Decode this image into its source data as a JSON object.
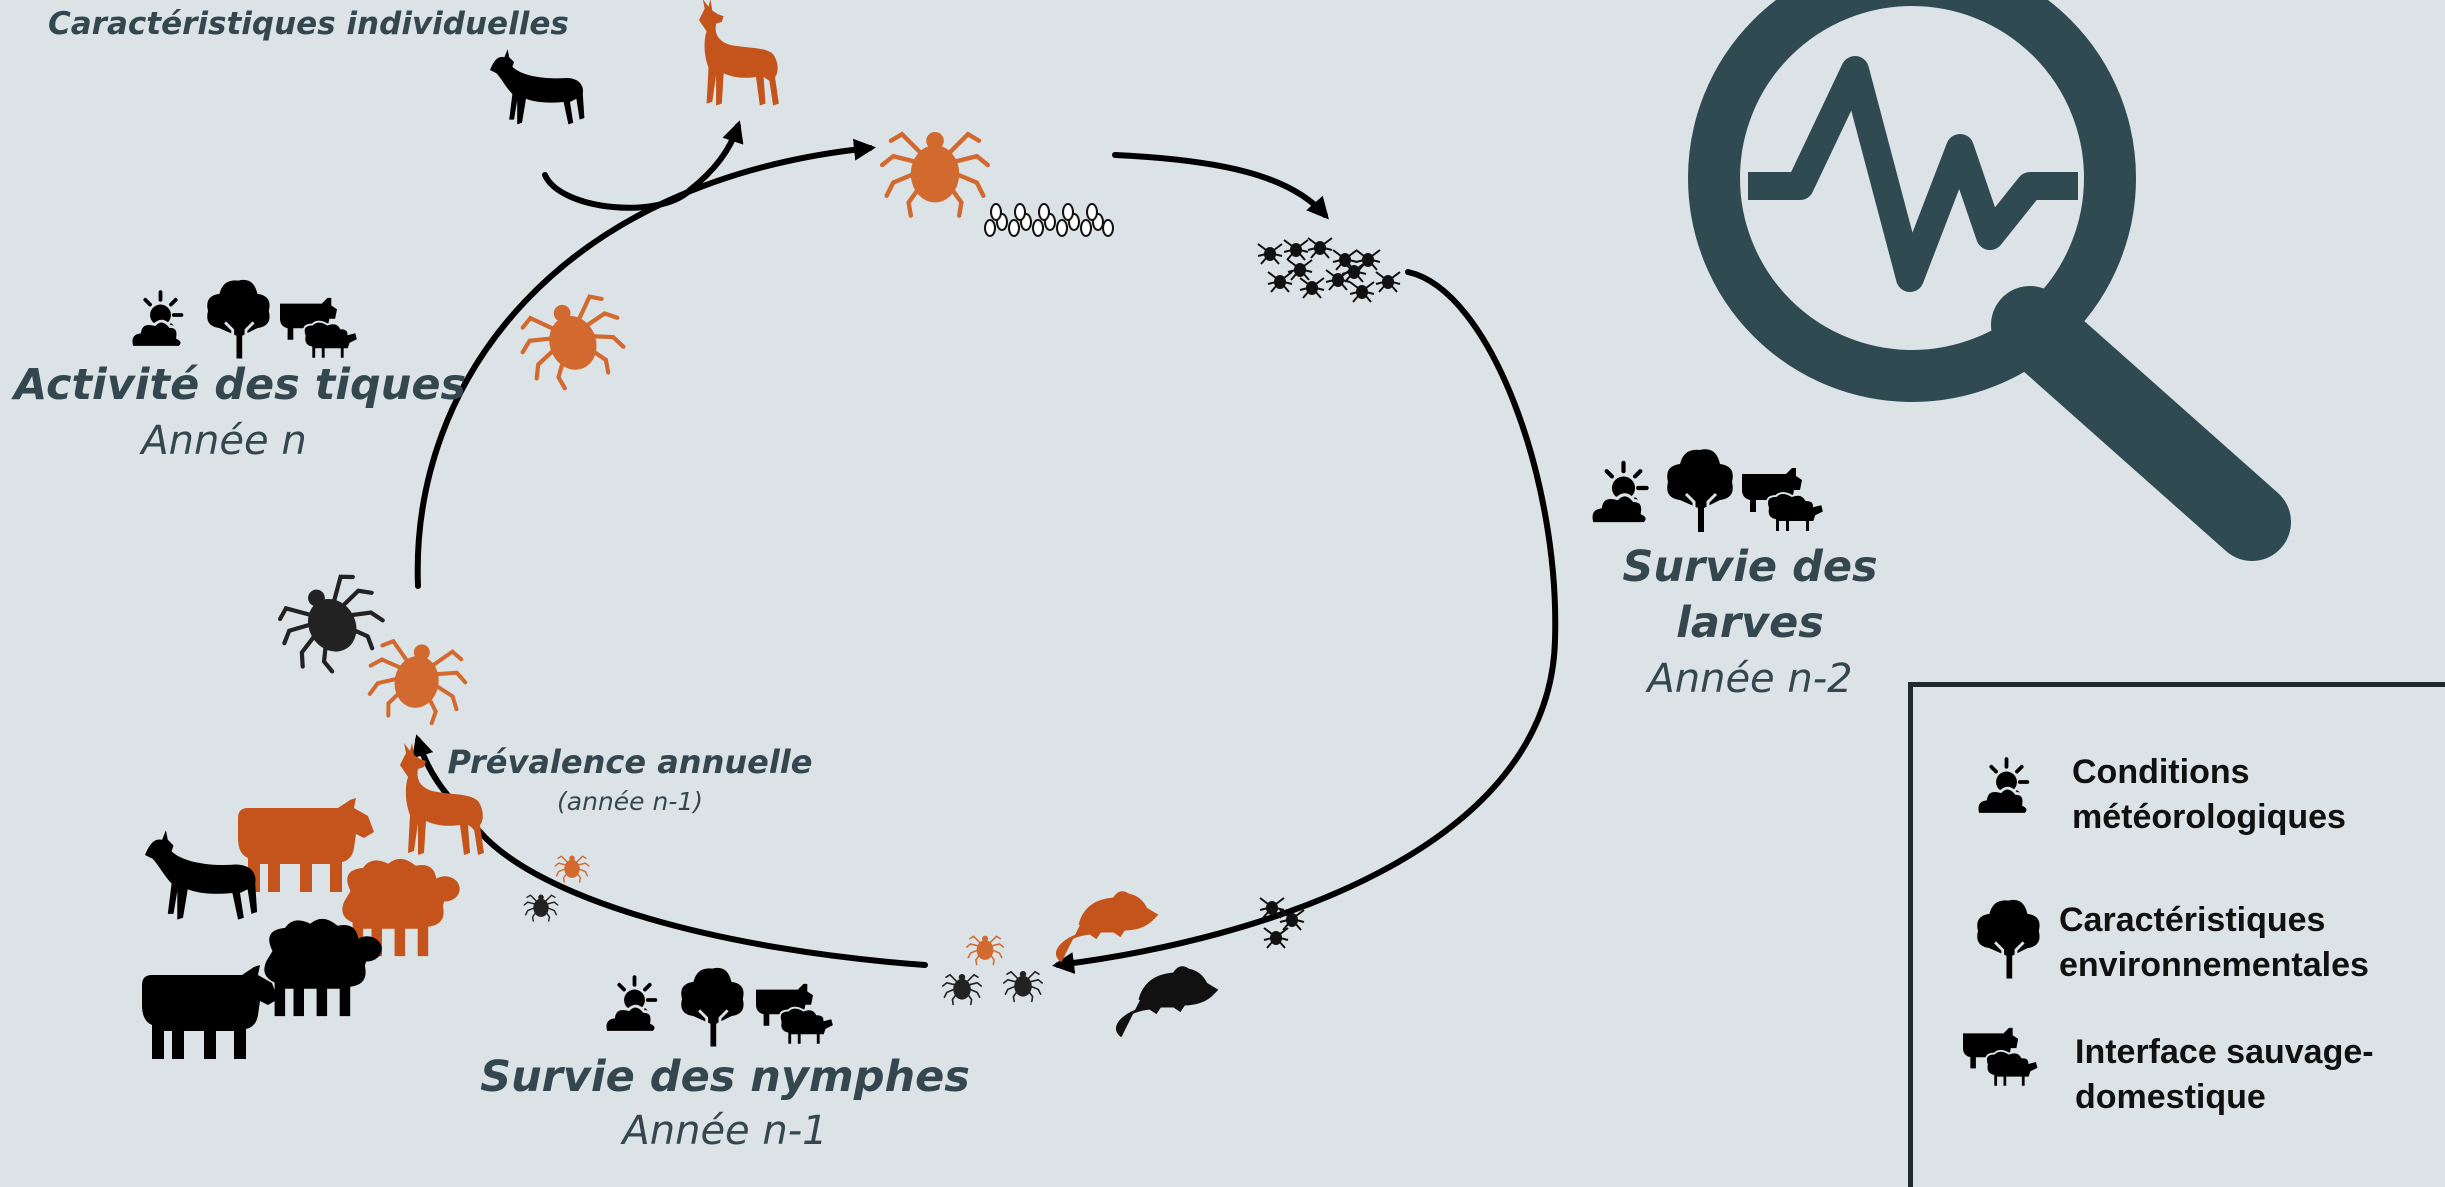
{
  "labels": {
    "individual_traits": "Caractéristiques individuelles",
    "tick_activity": "Activité des tiques",
    "tick_activity_year": "Année n",
    "larval_survival_line1": "Survie des",
    "larval_survival_line2": "larves",
    "larval_survival_year": "Année n-2",
    "nymph_survival": "Survie des nymphes",
    "nymph_survival_year": "Année n-1",
    "prevalence": "Prévalence annuelle",
    "prevalence_year": "(année n-1)"
  },
  "legend": {
    "weather_line1": "Conditions",
    "weather_line2": "météorologiques",
    "environment_line1": "Caractéristiques",
    "environment_line2": "environnementales",
    "interface_line1": "Interface sauvage-",
    "interface_line2": "domestique"
  },
  "icons": {
    "weather": "weather-sun-cloud-icon",
    "environment": "tree-icon",
    "interface": "cow-sheep-icon",
    "monitoring": "magnifier-pulse-icon"
  },
  "colors": {
    "background": "#dce3e7",
    "accent_orange": "#c4541b",
    "tick_orange": "#d2692f",
    "text_slate": "#34474e",
    "magnifier": "#2f4a51"
  }
}
